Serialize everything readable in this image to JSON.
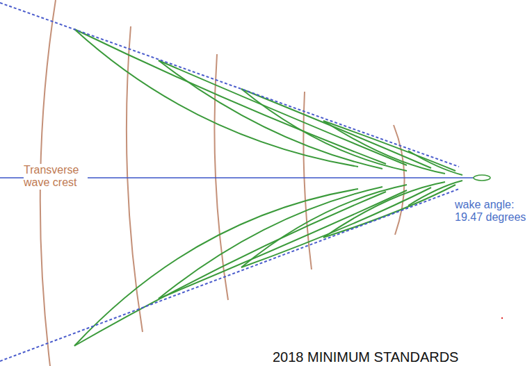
{
  "diagram": {
    "labels": [
      "Transverse wave crest",
      "wake angle: 19.47 degrees",
      "2018 MINIMUM STANDARDS"
    ]
  }
}
